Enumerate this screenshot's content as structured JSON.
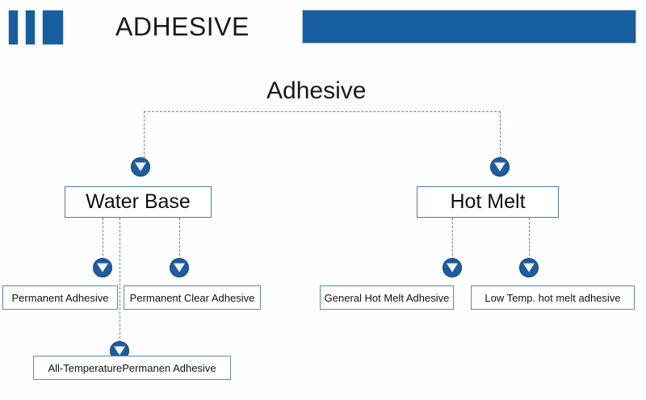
{
  "header": {
    "title": "ADHESIVE",
    "logo_name": "logo-bars",
    "accent_color": "#175E9E",
    "bar_name": "header-accent-bar"
  },
  "diagram": {
    "root": {
      "label": "Adhesive"
    },
    "level1": [
      {
        "id": "water-base",
        "label": "Water Base"
      },
      {
        "id": "hot-melt",
        "label": "Hot Melt"
      }
    ],
    "leaves": [
      {
        "id": "permanent-adhesive",
        "label": "Permanent Adhesive",
        "parent": "water-base"
      },
      {
        "id": "permanent-clear-adhesive",
        "label": "Permanent Clear Adhesive",
        "parent": "water-base"
      },
      {
        "id": "all-temperature-permanen",
        "label": "All-TemperaturePermanen Adhesive",
        "parent": "water-base"
      },
      {
        "id": "general-hot-melt-adhesive",
        "label": "General Hot Melt Adhesive",
        "parent": "hot-melt"
      },
      {
        "id": "low-temp-hot-melt",
        "label": "Low Temp. hot melt adhesive",
        "parent": "hot-melt"
      }
    ],
    "connector_color": "#5b87b5",
    "arrow_color": "#1F5C9E",
    "arrow_count": 7
  }
}
